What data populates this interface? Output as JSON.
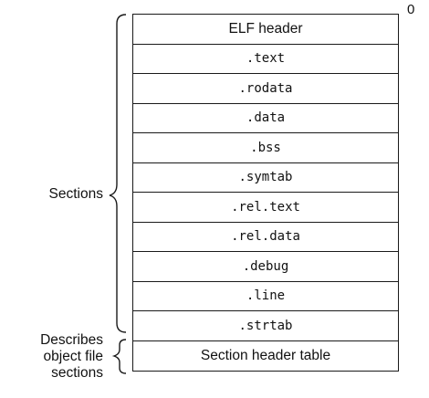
{
  "offset_label": "0",
  "rows": [
    {
      "label": "ELF header",
      "style": "sans"
    },
    {
      "label": ".text",
      "style": "mono"
    },
    {
      "label": ".rodata",
      "style": "mono"
    },
    {
      "label": ".data",
      "style": "mono"
    },
    {
      "label": ".bss",
      "style": "mono"
    },
    {
      "label": ".symtab",
      "style": "mono"
    },
    {
      "label": ".rel.text",
      "style": "mono"
    },
    {
      "label": ".rel.data",
      "style": "mono"
    },
    {
      "label": ".debug",
      "style": "mono"
    },
    {
      "label": ".line",
      "style": "mono"
    },
    {
      "label": ".strtab",
      "style": "mono"
    },
    {
      "label": "Section header table",
      "style": "sans"
    }
  ],
  "annotations": {
    "sections": "Sections",
    "describes": {
      "line1": "Describes",
      "line2": "object file",
      "line3": "sections"
    }
  },
  "colors": {
    "line": "#1a1a1a",
    "text": "#111111",
    "background": "#ffffff"
  }
}
